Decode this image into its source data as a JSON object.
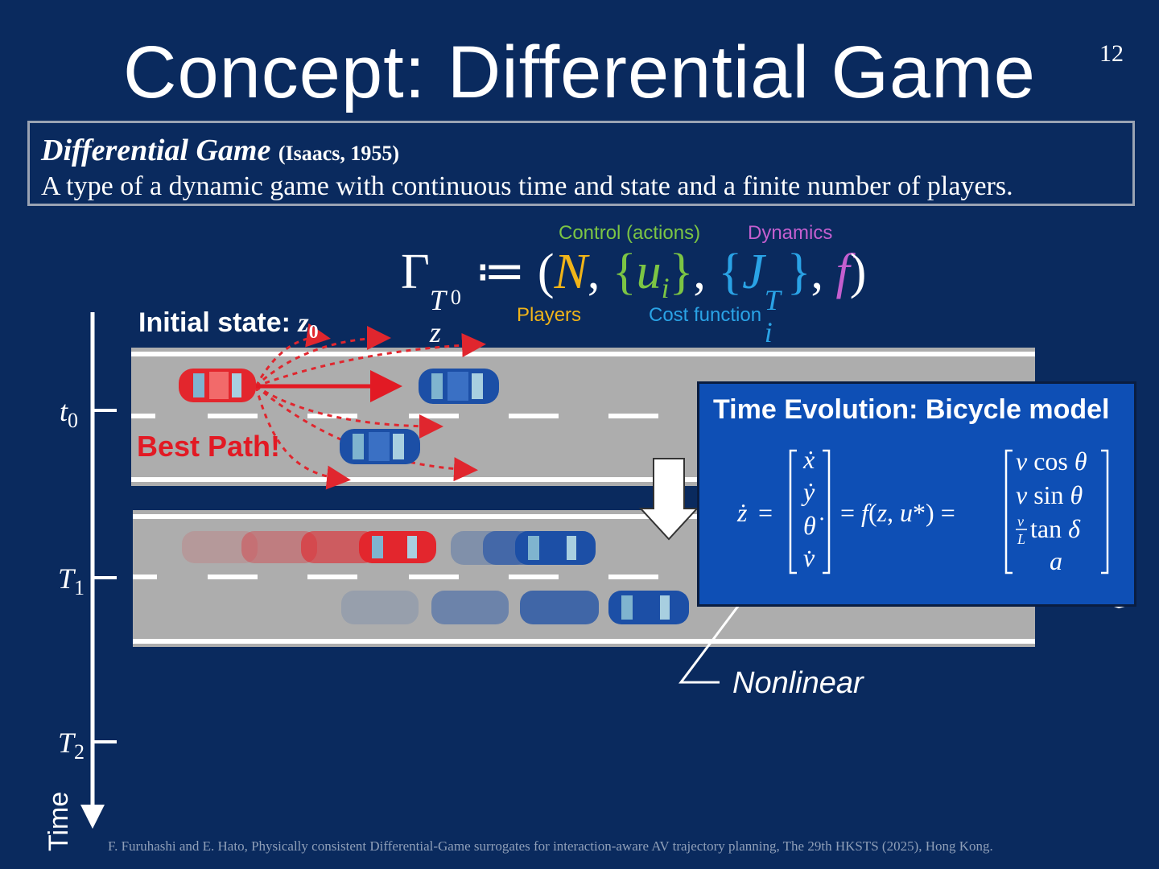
{
  "slide": {
    "title": "Concept: Differential Game",
    "page_number": "12"
  },
  "definition": {
    "term": "Differential Game",
    "citation": "(Isaacs, 1955)",
    "text": "A type of a dynamic game with continuous time and state and a finite number of players."
  },
  "formula": {
    "labels": {
      "control": "Control (actions)",
      "dynamics": "Dynamics",
      "players": "Players",
      "cost": "Cost function"
    },
    "colors": {
      "players": "#f0b419",
      "control": "#7cc544",
      "cost": "#2aa3e6",
      "dynamics": "#c45fcf"
    }
  },
  "diagram": {
    "initial_state_label": "Initial state: ",
    "initial_state_symbol": "z",
    "best_path": "Best Path!",
    "time_label": "Time",
    "ticks": [
      {
        "name": "t",
        "sub": "0"
      },
      {
        "name": "T",
        "sub": "1"
      },
      {
        "name": "T",
        "sub": "2"
      }
    ]
  },
  "callout": {
    "title": "Time Evolution: Bicycle model",
    "nonlinear": "Nonlinear"
  },
  "footer": "F. Furuhashi and E. Hato, Physically consistent  Differential-Game surrogates for interaction-aware AV trajectory planning, The 29th  HKSTS (2025), Hong Kong."
}
